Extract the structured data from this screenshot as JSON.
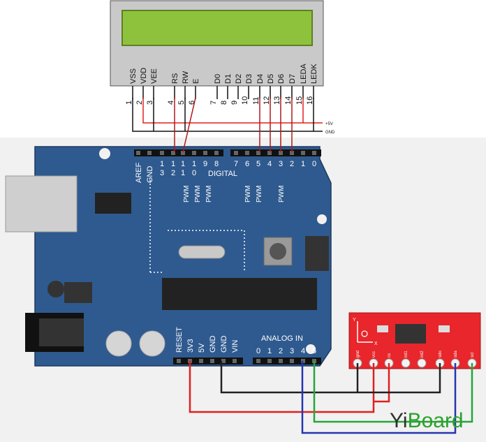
{
  "lcd": {
    "pin_labels": [
      "VSS",
      "VDD",
      "VEE",
      "RS",
      "RW",
      "E",
      "D0",
      "D1",
      "D2",
      "D3",
      "D4",
      "D5",
      "D6",
      "D7",
      "LEDA",
      "LEDK"
    ],
    "pin_numbers": [
      "1",
      "2",
      "3",
      "4",
      "5",
      "6",
      "7",
      "8",
      "9",
      "10",
      "11",
      "12",
      "13",
      "14",
      "15",
      "16"
    ],
    "rail_plus": "+5V",
    "rail_gnd": "GND"
  },
  "arduino": {
    "top_header_labels": [
      "AREF",
      "GND",
      "13",
      "12",
      "11",
      "10",
      "9",
      "8",
      "7",
      "6",
      "5",
      "4",
      "3",
      "2",
      "1",
      "0"
    ],
    "digital_label": "DIGITAL",
    "pwm_label": "PWM",
    "power_labels": [
      "RESET",
      "3V3",
      "5V",
      "GND",
      "GND",
      "VIN"
    ],
    "analog_label": "ANALOG IN",
    "analog_pins": [
      "0",
      "1",
      "2",
      "3",
      "4",
      "5"
    ]
  },
  "sensor": {
    "pin_labels": [
      "gnd",
      "vcc",
      "cs",
      "int1",
      "int2",
      "sdo",
      "sda",
      "scl"
    ],
    "axis_labels": [
      "Y",
      "X"
    ]
  },
  "brand": {
    "prefix": "Yi",
    "suffix": "Board"
  },
  "colors": {
    "board": "#2f5a8f",
    "lcd_screen": "#8fc23c",
    "sensor_board": "#e8262b",
    "wire_red": "#e0201f",
    "wire_black": "#222222",
    "wire_blue": "#2535b0",
    "wire_green": "#23a63a"
  }
}
